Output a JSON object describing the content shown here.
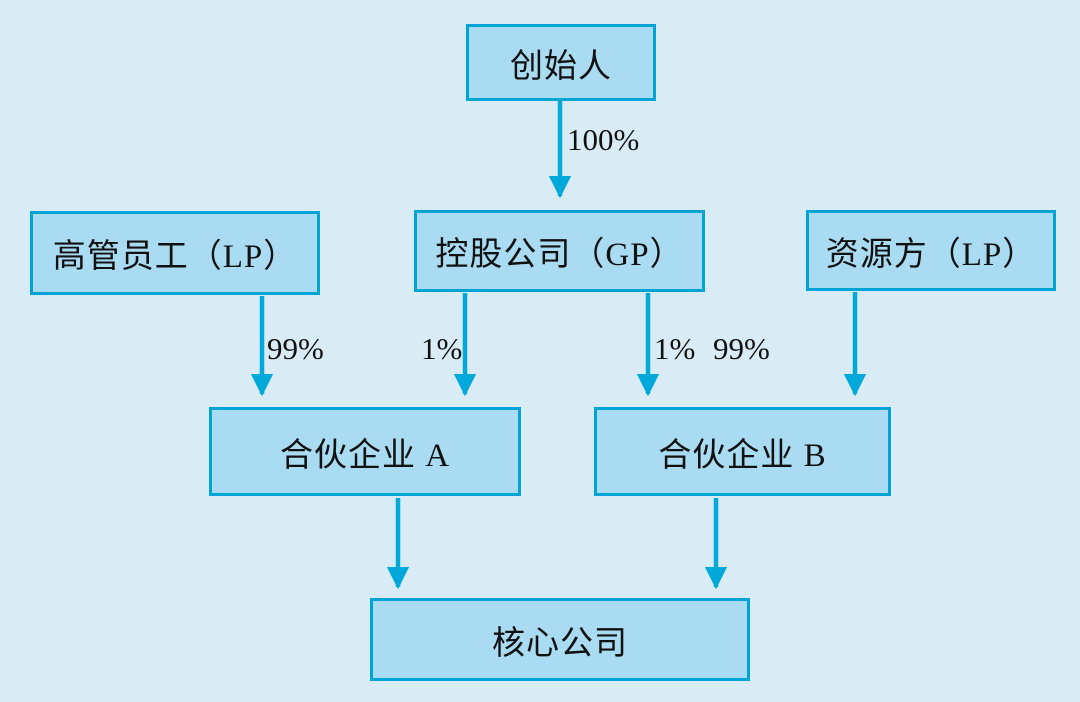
{
  "diagram": {
    "nodes": {
      "founder": {
        "label": "创始人"
      },
      "executives": {
        "label": "高管员工（LP）"
      },
      "holding": {
        "label": "控股公司（GP）"
      },
      "resource": {
        "label": "资源方（LP）"
      },
      "partnership_a": {
        "label": "合伙企业 A"
      },
      "partnership_b": {
        "label": "合伙企业 B"
      },
      "core": {
        "label": "核心公司"
      }
    },
    "edges": [
      {
        "from": "founder",
        "to": "holding",
        "label": "100%"
      },
      {
        "from": "executives",
        "to": "partnership_a",
        "label": "99%"
      },
      {
        "from": "holding",
        "to": "partnership_a",
        "label": "1%"
      },
      {
        "from": "holding",
        "to": "partnership_b",
        "label": "1%"
      },
      {
        "from": "resource",
        "to": "partnership_b",
        "label": "99%"
      },
      {
        "from": "partnership_a",
        "to": "core",
        "label": ""
      },
      {
        "from": "partnership_b",
        "to": "core",
        "label": ""
      }
    ],
    "colors": {
      "background": "#d9ecf6",
      "node_fill": "#a9dcf2",
      "node_border": "#00a3d6",
      "arrow": "#00a9da",
      "text": "#111111"
    }
  }
}
